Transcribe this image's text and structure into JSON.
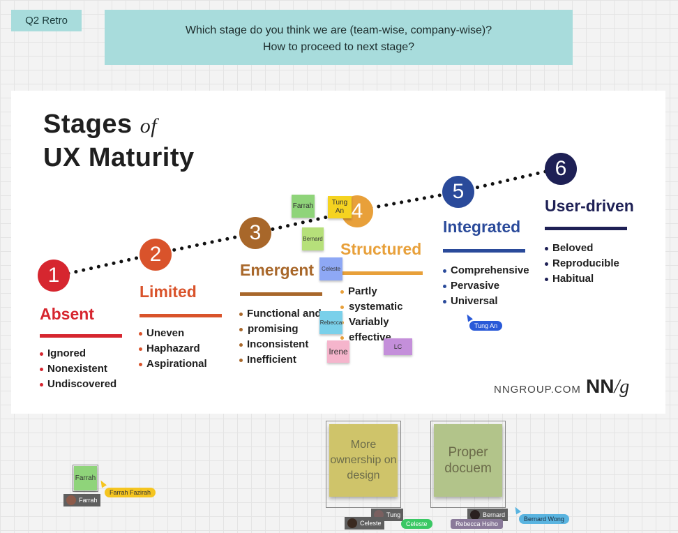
{
  "frame": {
    "label": "Q2 Retro"
  },
  "question": {
    "line1": "Which stage do you think we are (team-wise, company-wise)?",
    "line2": "How to proceed to next stage?"
  },
  "figure": {
    "title_main": "Stages",
    "title_of": "of",
    "title_line2": "UX Maturity",
    "brand": "NNGROUP.COM",
    "logo_nn": "NN",
    "logo_g": "/g",
    "stages": [
      {
        "num": "1",
        "name": "Absent",
        "color": "#d6262f",
        "items": [
          "Ignored",
          "Nonexistent",
          "Undiscovered"
        ]
      },
      {
        "num": "2",
        "name": "Limited",
        "color": "#d9532b",
        "items": [
          "Uneven",
          "Haphazard",
          "Aspirational"
        ]
      },
      {
        "num": "3",
        "name": "Emergent",
        "color": "#a8672a",
        "items": [
          "Functional and",
          "promising",
          "Inconsistent",
          "Inefficient"
        ]
      },
      {
        "num": "4",
        "name": "Structured",
        "color": "#e8a03a",
        "items": [
          "Partly",
          "systematic",
          "Variably",
          "effective"
        ]
      },
      {
        "num": "5",
        "name": "Integrated",
        "color": "#2a4a9a",
        "items": [
          "Comprehensive",
          "Pervasive",
          "Universal"
        ]
      },
      {
        "num": "6",
        "name": "User-driven",
        "color": "#1e2055",
        "items": [
          "Beloved",
          "Reproducible",
          "Habitual"
        ]
      }
    ]
  },
  "stickies": {
    "farrah": "Farrah",
    "tung": "Tung An",
    "bernard": "Bernard",
    "celeste": "Celeste",
    "rebecca": "Rebecca",
    "irene": "Irene",
    "lc": "LC",
    "farrah2": "Farrah",
    "big1": "More ownership on design",
    "big2": "Proper docuem"
  },
  "cursors": {
    "tungan": "Tung An",
    "farrah": "Farrah Fazirah",
    "celeste": "Celeste",
    "bernard": "Bernard Wong",
    "rebecca": "Rebecca Hsiho"
  },
  "avatars": {
    "farrah": "Farrah",
    "tung": "Tung",
    "celeste": "Celeste",
    "bernard": "Bernard"
  }
}
